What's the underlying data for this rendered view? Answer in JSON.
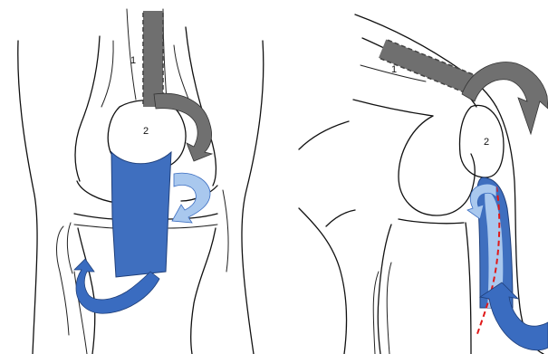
{
  "colors": {
    "tendon_dark_gray": "#6f6f6f",
    "arrow_dark_gray": "#707070",
    "ligament_blue": "#3f6fbf",
    "arrow_light_blue": "#a9c8ee",
    "arrow_blue": "#3a6cc0",
    "incision_red": "#e01818",
    "line_ink": "#111111"
  },
  "front_view": {
    "label_1": "1",
    "label_2": "2"
  },
  "side_view": {
    "label_1": "1",
    "label_2": "2"
  },
  "icons": [
    "curved-arrow-icon"
  ]
}
